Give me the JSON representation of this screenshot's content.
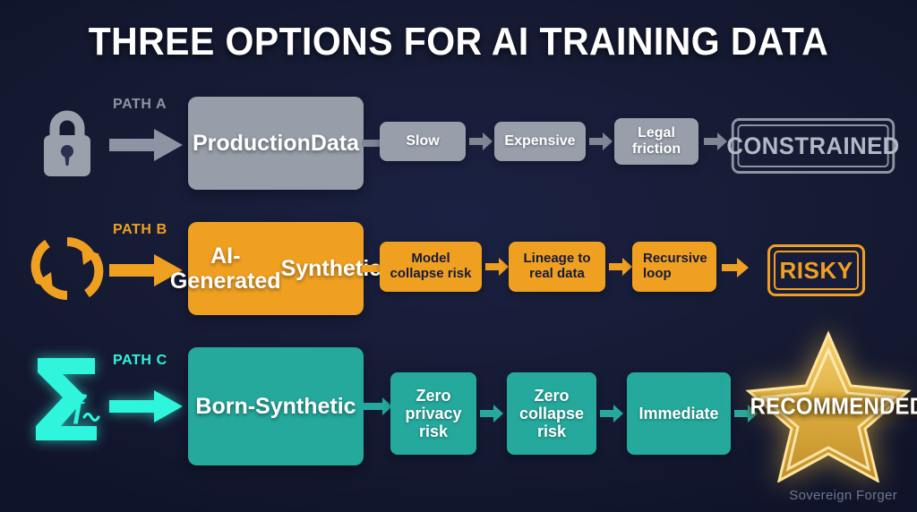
{
  "title": "THREE OPTIONS FOR AI TRAINING DATA",
  "footer": "Sovereign Forger",
  "colors": {
    "background": "#151a32",
    "path_a": "#979ea9",
    "path_b": "#f0a021",
    "path_c": "#25a99d",
    "path_c_accent": "#2ff5dc",
    "star_gold": "#e8b93f",
    "title_text": "#ffffff",
    "footer_text": "#6d7590"
  },
  "rows": [
    {
      "id": "path-a",
      "path_label": "PATH A",
      "icon": "lock-icon",
      "main_box": "Production Data",
      "main_box_lines": [
        "Production",
        "Data"
      ],
      "steps": [
        "Slow",
        "Expensive",
        "Legal friction"
      ],
      "step_lines": [
        [
          "Slow"
        ],
        [
          "Expensive"
        ],
        [
          "Legal",
          "friction"
        ]
      ],
      "verdict": "CONSTRAINED",
      "verdict_style": "outline-badge"
    },
    {
      "id": "path-b",
      "path_label": "PATH B",
      "icon": "recycle-loop-icon",
      "main_box": "AI-Generated Synthetic",
      "main_box_lines": [
        "AI-Generated",
        "Synthetic"
      ],
      "steps": [
        "Model collapse risk",
        "Lineage to real data",
        "Recursive loop"
      ],
      "step_lines": [
        [
          "Model",
          "collapse risk"
        ],
        [
          "Lineage to",
          "real data"
        ],
        [
          "Recursive",
          "loop"
        ]
      ],
      "verdict": "RISKY",
      "verdict_style": "outline-badge"
    },
    {
      "id": "path-c",
      "path_label": "PATH C",
      "icon": "sigma-function-icon",
      "main_box": "Born-Synthetic",
      "main_box_lines": [
        "Born-Synthetic"
      ],
      "steps": [
        "Zero privacy risk",
        "Zero collapse risk",
        "Immediate"
      ],
      "step_lines": [
        [
          "Zero",
          "privacy",
          "risk"
        ],
        [
          "Zero",
          "collapse",
          "risk"
        ],
        [
          "Immediate"
        ]
      ],
      "verdict": "RECOMMENDED",
      "verdict_style": "star-badge"
    }
  ]
}
